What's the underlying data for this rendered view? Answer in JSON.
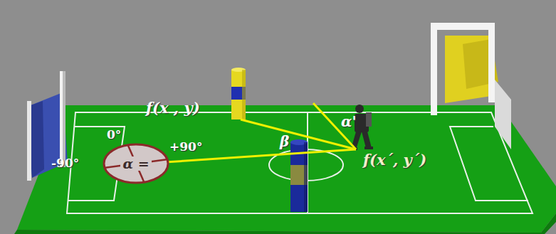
{
  "diagram": {
    "nodes": [
      {
        "text": [
          "α ="
        ]
      }
    ],
    "labels": [
      "f(x , y)",
      "0°",
      "-90°",
      "+90°",
      "β",
      "α'",
      "f(x´, y´)"
    ]
  }
}
